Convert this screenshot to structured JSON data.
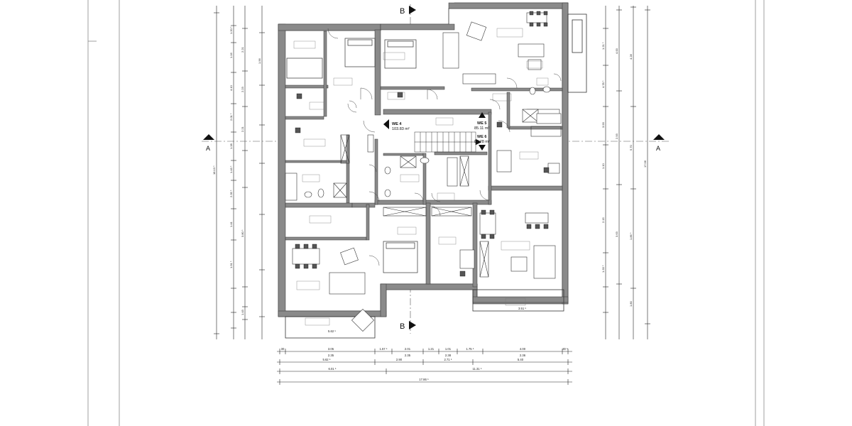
{
  "sections": {
    "b_marker": "B",
    "a_marker": "A"
  },
  "units": [
    {
      "name": "WE 4",
      "area": "103.83 m²"
    },
    {
      "name": "WE 5",
      "area": "85.11 m²"
    },
    {
      "name": "WE 6",
      "area": "80.78 m²"
    }
  ],
  "bottom_dims": {
    "row1": [
      "30",
      "3.05",
      "1.57 ⁵",
      "2.01",
      "1.21",
      "1.01",
      "1.75 ⁵",
      "4.00",
      "30 ⁵"
    ],
    "row1_sub": [
      "2.35",
      "2.35",
      "2.38",
      "2.36"
    ],
    "row2": [
      "5.62 ⁵",
      "2.90",
      "2.71 ⁵",
      "5.40"
    ],
    "row3": [
      "6.01 ⁵",
      "11.31 ⁵"
    ],
    "row4": [
      "17.86 ⁵"
    ]
  },
  "balcony_dims": {
    "left": "5.62 ⁵",
    "right": "3.51 ⁵"
  },
  "left_dims": [
    "1.20 ⁵",
    "1.16",
    "4.10",
    "2.01 ⁵",
    "1.28",
    "1.43 ⁵",
    "2.35 ⁵",
    "1.41",
    "1.91 ⁵",
    "2.21",
    "2.23",
    "2.21",
    "3.80 ⁵",
    "1.43",
    "1.56",
    "18.13 ⁵"
  ],
  "right_dims": [
    "1.21 ⁵",
    "4.78 ⁵",
    "3.93",
    "1.10",
    "2.15",
    "1.33 ⁵",
    "4.00",
    "2.93",
    "3.63",
    "4.28",
    "5.70",
    "1.86 ⁵",
    "1.80",
    "17.96"
  ]
}
